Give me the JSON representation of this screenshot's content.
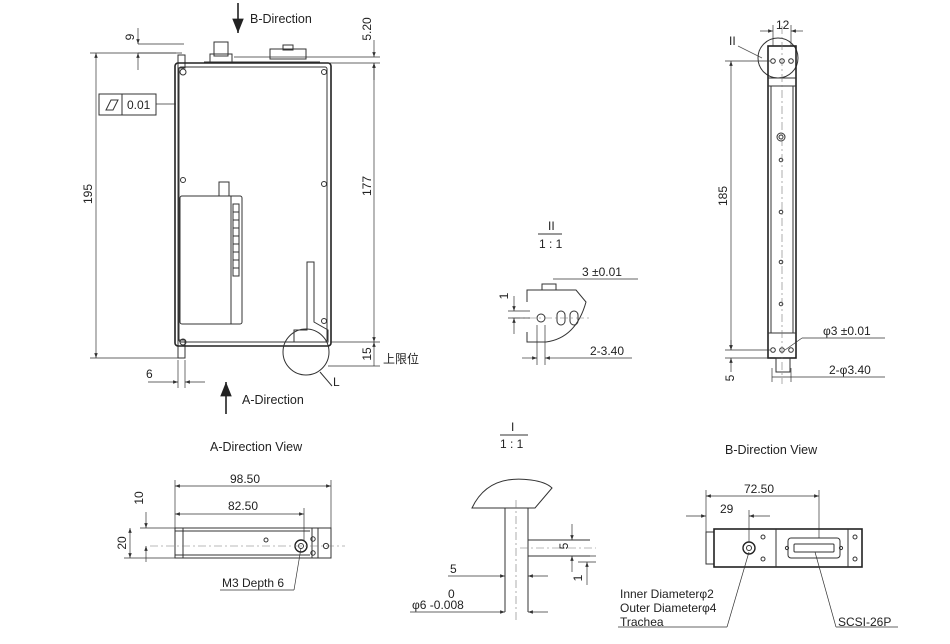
{
  "labels": {
    "b_direction": "B-Direction",
    "a_direction": "A-Direction",
    "upper_limit": "上限位",
    "a_view": "A-Direction View",
    "b_view": "B-Direction View",
    "detail_ii": "II",
    "detail_i": "I",
    "scale": "1 : 1",
    "mark_l": "L",
    "mark_ii_small": "II",
    "m3": "M3 Depth 6",
    "inner_d": "Inner Diameterφ2",
    "outer_d": "Outer Diameterφ4",
    "trachea": "Trachea",
    "scsi": "SCSI-26P"
  },
  "tolerance": {
    "value": "0.01"
  },
  "dims": {
    "d9": "9",
    "d520": "5.20",
    "d195": "195",
    "d177": "177",
    "d15": "15",
    "d6": "6",
    "d12": "12",
    "d185": "185",
    "d5r": "5",
    "phi3": "φ3 ±0.01",
    "phi34": "2-φ3.40",
    "d3": "3 ±0.01",
    "d1a": "1",
    "d234": "2-3.40",
    "d9850": "98.50",
    "d8250": "82.50",
    "d10": "10",
    "d20": "20",
    "d5i": "5",
    "d5i2": "5",
    "d1i": "1",
    "d0": "0",
    "d6tol": "φ6 -0.008",
    "d7250": "72.50",
    "d29": "29"
  }
}
